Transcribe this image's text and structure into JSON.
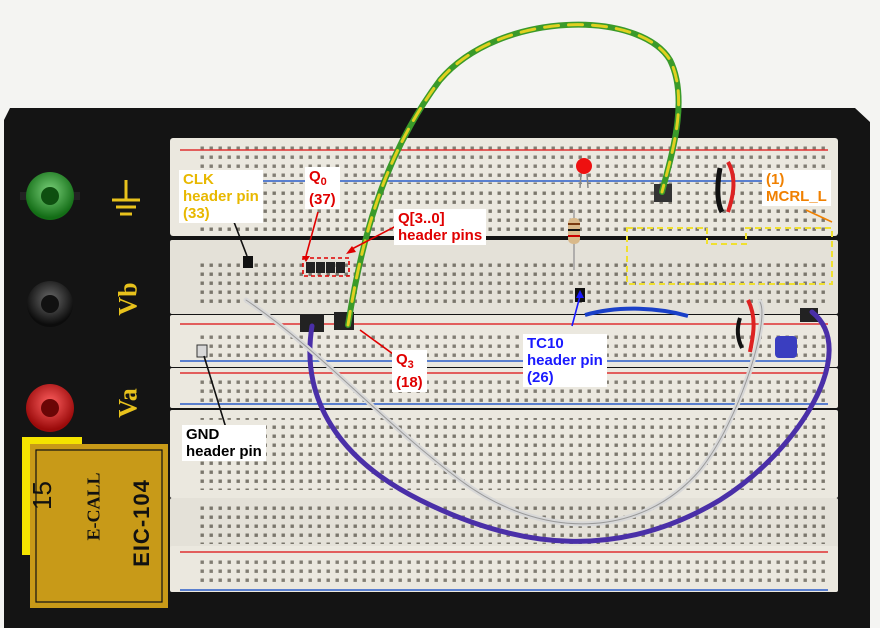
{
  "board": {
    "brand": "E-CALL",
    "model": "EIC-104",
    "station_number": "15",
    "terminal_vb": "Vb",
    "terminal_va": "Va"
  },
  "annotations": {
    "clk": {
      "line1": "CLK",
      "line2": "header pin",
      "line3": "(33)",
      "color": "#e8b800"
    },
    "q0": {
      "main": "Q",
      "sub": "0",
      "pin": "(37)",
      "color": "#e00000"
    },
    "q_bus": {
      "line1": "Q[3..0]",
      "line2": "header pins",
      "color": "#e00000"
    },
    "q3": {
      "main": "Q",
      "sub": "3",
      "pin": "(18)",
      "color": "#e00000"
    },
    "tc10": {
      "line1": "TC10",
      "line2": "header pin",
      "line3": "(26)",
      "color": "#1a1aff"
    },
    "mcrl": {
      "line1": "(1)",
      "line2": "MCRL_L",
      "color": "#f08000"
    },
    "gnd": {
      "line1": "GND",
      "line2": "header pin",
      "color": "#000000"
    }
  },
  "colors": {
    "board_black": "#141414",
    "breadboard": "#ebe8df",
    "rail_red": "#e03030",
    "rail_blue": "#2a5cc8",
    "wire_purple": "#4a2fa8",
    "wire_green": "#3a9a2a",
    "wire_yellow": "#e0d020"
  }
}
